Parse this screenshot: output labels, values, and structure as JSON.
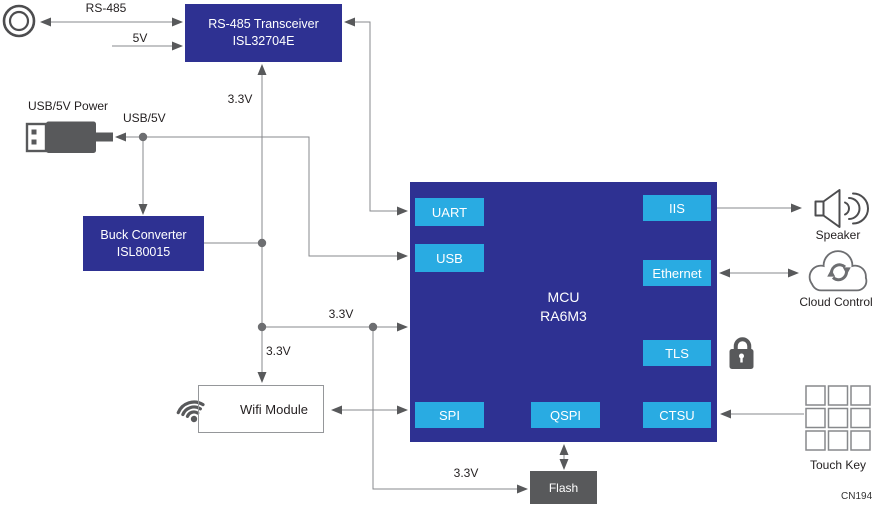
{
  "blocks": {
    "transceiver": {
      "line1": "RS-485 Transceiver",
      "line2": "ISL32704E"
    },
    "buck": {
      "line1": "Buck Converter",
      "line2": "ISL80015"
    },
    "wifi": {
      "label": "Wifi Module"
    },
    "mcu": {
      "line1": "MCU",
      "line2": "RA6M3",
      "ports": {
        "uart": "UART",
        "usb": "USB",
        "spi": "SPI",
        "qspi": "QSPI",
        "iis": "IIS",
        "ethernet": "Ethernet",
        "tls": "TLS",
        "ctsu": "CTSU"
      }
    },
    "flash": {
      "label": "Flash"
    }
  },
  "wire_labels": {
    "rs485": "RS-485",
    "v5": "5V",
    "v33_transceiver": "3.3V",
    "usb_power": "USB/5V Power",
    "usb_5v": "USB/5V",
    "v33_mcu": "3.3V",
    "v33_wifi": "3.3V",
    "v33_flash": "3.3V"
  },
  "peripherals": {
    "speaker": "Speaker",
    "cloud": "Cloud Control",
    "touch_key": "Touch Key"
  },
  "footnote": "CN194",
  "icons": {
    "rs485_connector": "concentric-circles-connector",
    "usb_plug": "usb-a-plug",
    "wifi": "wifi-signal-fan",
    "speaker": "speaker-with-sound-waves",
    "cloud": "cloud-with-sync-arrows",
    "lock": "padlock",
    "touch_key": "3x3-key-grid"
  },
  "colors": {
    "block_blue": "#2e3192",
    "port_cyan": "#29abe2",
    "flash_gray": "#58595b",
    "wire_gray": "#87898c",
    "arrow_gray": "#58595b",
    "icon_gray": "#58595b",
    "outline_gray": "#6d6e71",
    "text_dark": "#231f20"
  }
}
